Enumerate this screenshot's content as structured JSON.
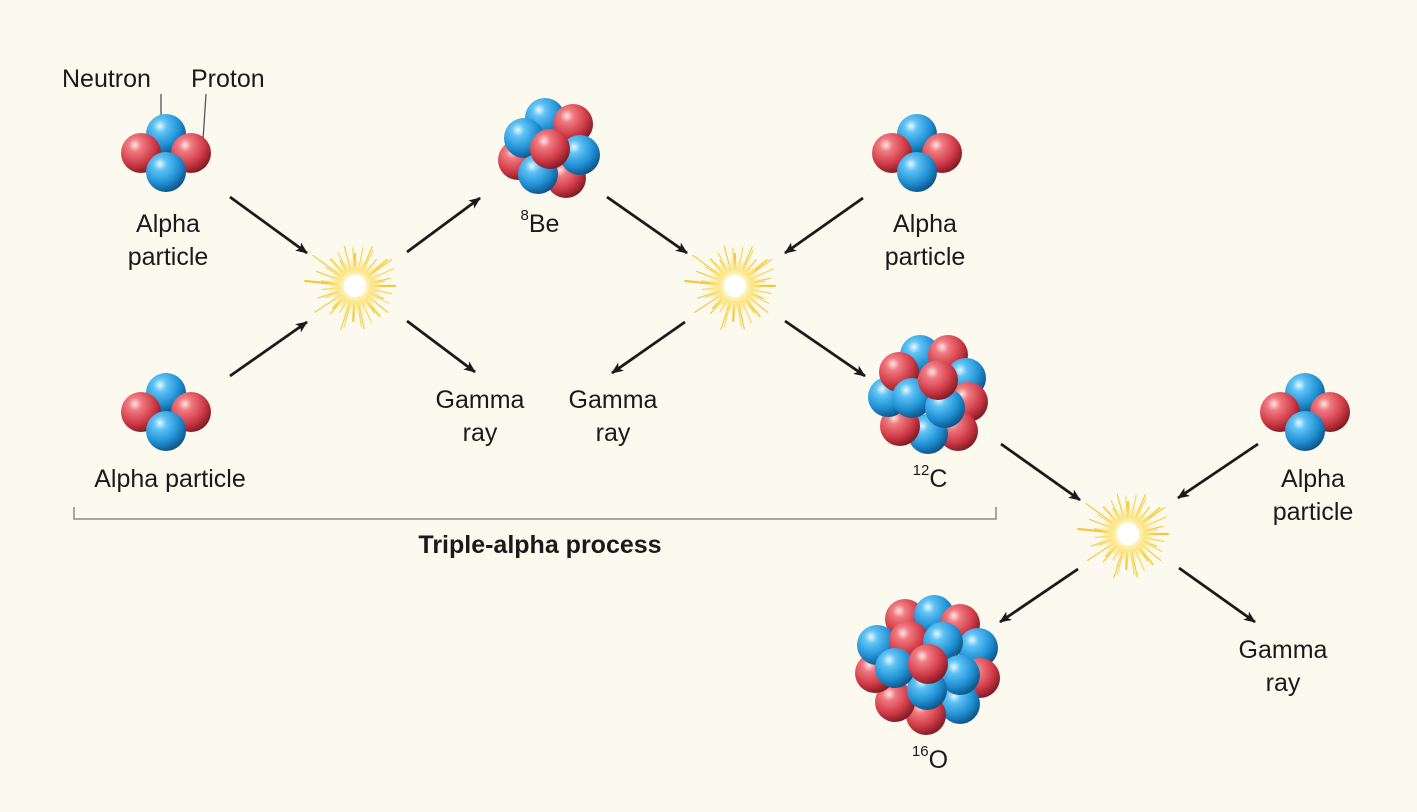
{
  "labels": {
    "neutron": "Neutron",
    "proton": "Proton",
    "alpha1": [
      "Alpha",
      "particle"
    ],
    "alpha2": "Alpha particle",
    "be8": {
      "mass": "8",
      "symbol": "Be"
    },
    "alpha3": [
      "Alpha",
      "particle"
    ],
    "gamma1": [
      "Gamma",
      "ray"
    ],
    "gamma2": [
      "Gamma",
      "ray"
    ],
    "c12": {
      "mass": "12",
      "symbol": "C"
    },
    "alpha4": [
      "Alpha",
      "particle"
    ],
    "gamma3": [
      "Gamma",
      "ray"
    ],
    "o16": {
      "mass": "16",
      "symbol": "O"
    }
  },
  "process_title": "Triple-alpha process",
  "colors": {
    "background": "#fcf9ee",
    "neutron": "#2b9ad8",
    "proton": "#d9434f",
    "burst": "#f5d33a",
    "arrow": "#1a1a1a",
    "bracket": "#8a8a8a"
  }
}
